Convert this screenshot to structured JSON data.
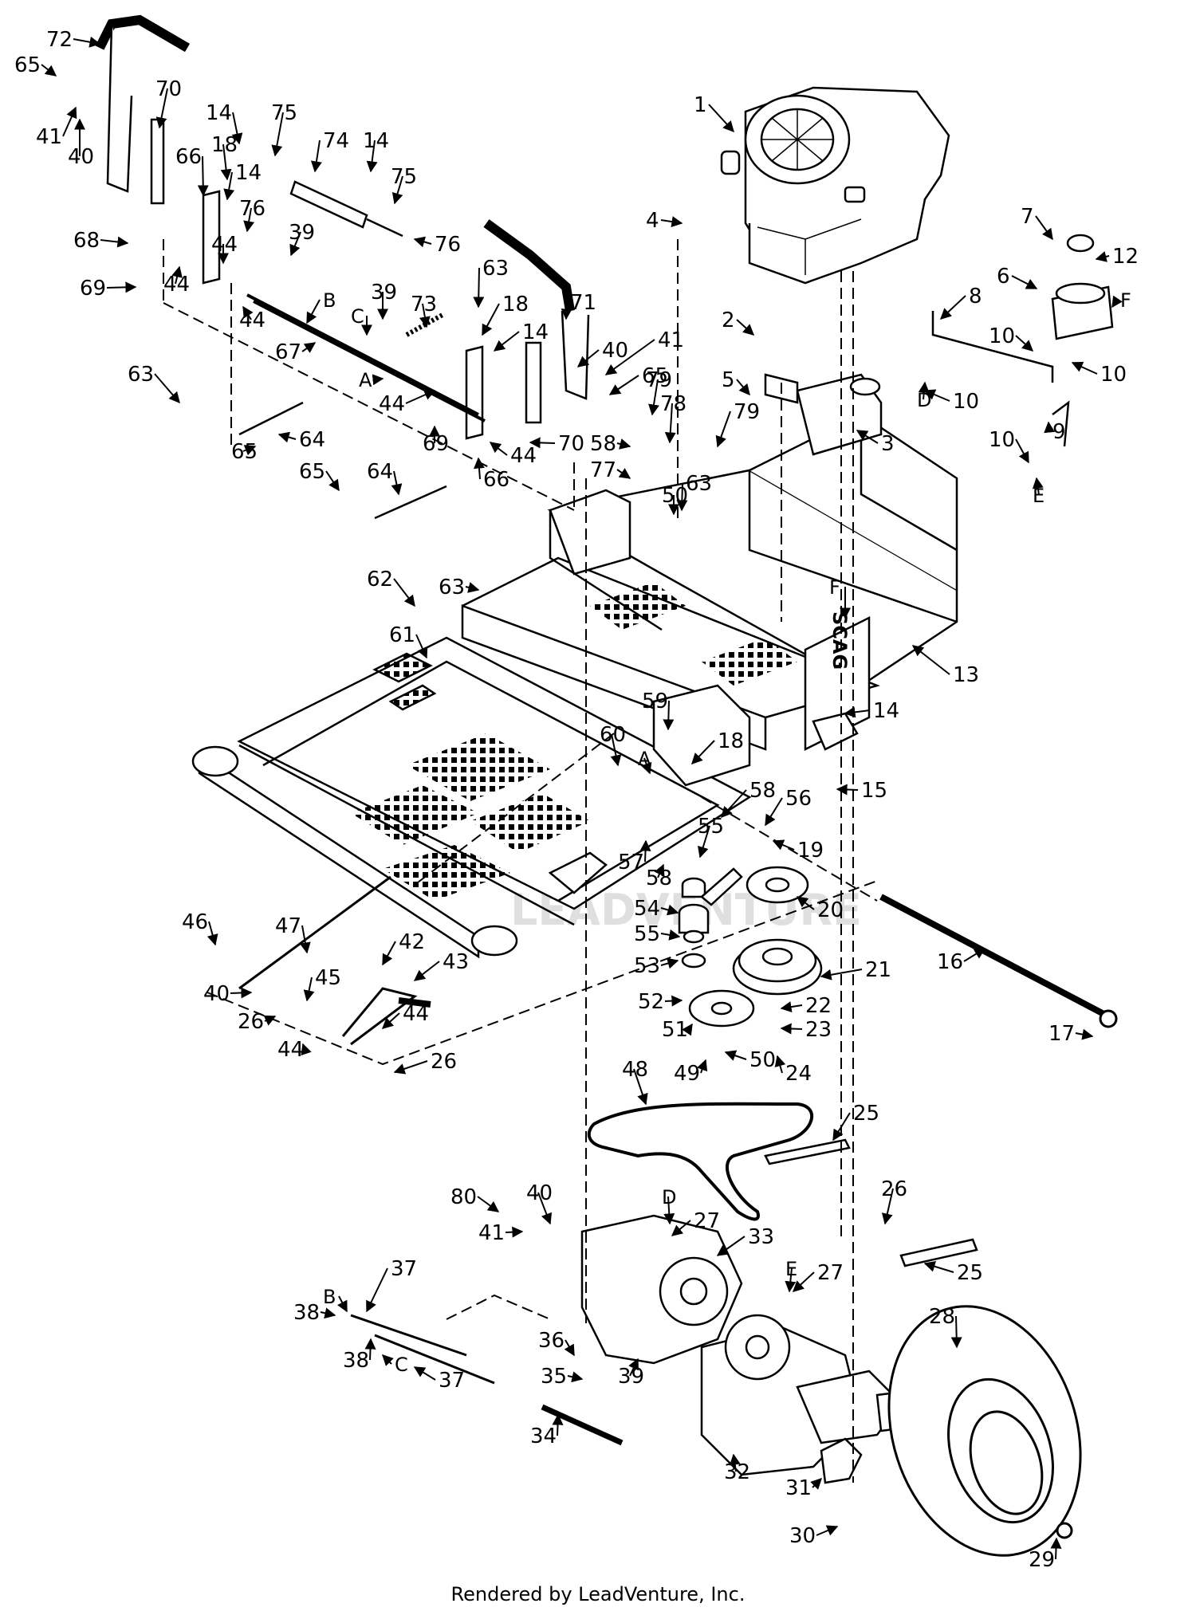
{
  "diagram": {
    "type": "exploded-parts-diagram",
    "logo_text": "SCAG",
    "watermark_text": "LEADVENTURE",
    "part_numbers": [
      "1",
      "2",
      "3",
      "4",
      "5",
      "6",
      "7",
      "8",
      "9",
      "10",
      "12",
      "13",
      "14",
      "15",
      "16",
      "17",
      "18",
      "19",
      "20",
      "21",
      "22",
      "23",
      "24",
      "25",
      "26",
      "27",
      "28",
      "29",
      "30",
      "31",
      "32",
      "33",
      "34",
      "35",
      "36",
      "37",
      "38",
      "39",
      "40",
      "41",
      "42",
      "43",
      "44",
      "45",
      "46",
      "47",
      "48",
      "49",
      "50",
      "51",
      "52",
      "53",
      "54",
      "55",
      "56",
      "57",
      "58",
      "59",
      "60",
      "61",
      "62",
      "63",
      "64",
      "65",
      "66",
      "67",
      "68",
      "69",
      "70",
      "71",
      "72",
      "73",
      "74",
      "75",
      "76",
      "77",
      "78",
      "79",
      "80"
    ],
    "connection_letters": [
      "A",
      "B",
      "C",
      "D",
      "E",
      "F"
    ]
  },
  "footer": {
    "text": "Rendered by LeadVenture, Inc."
  }
}
